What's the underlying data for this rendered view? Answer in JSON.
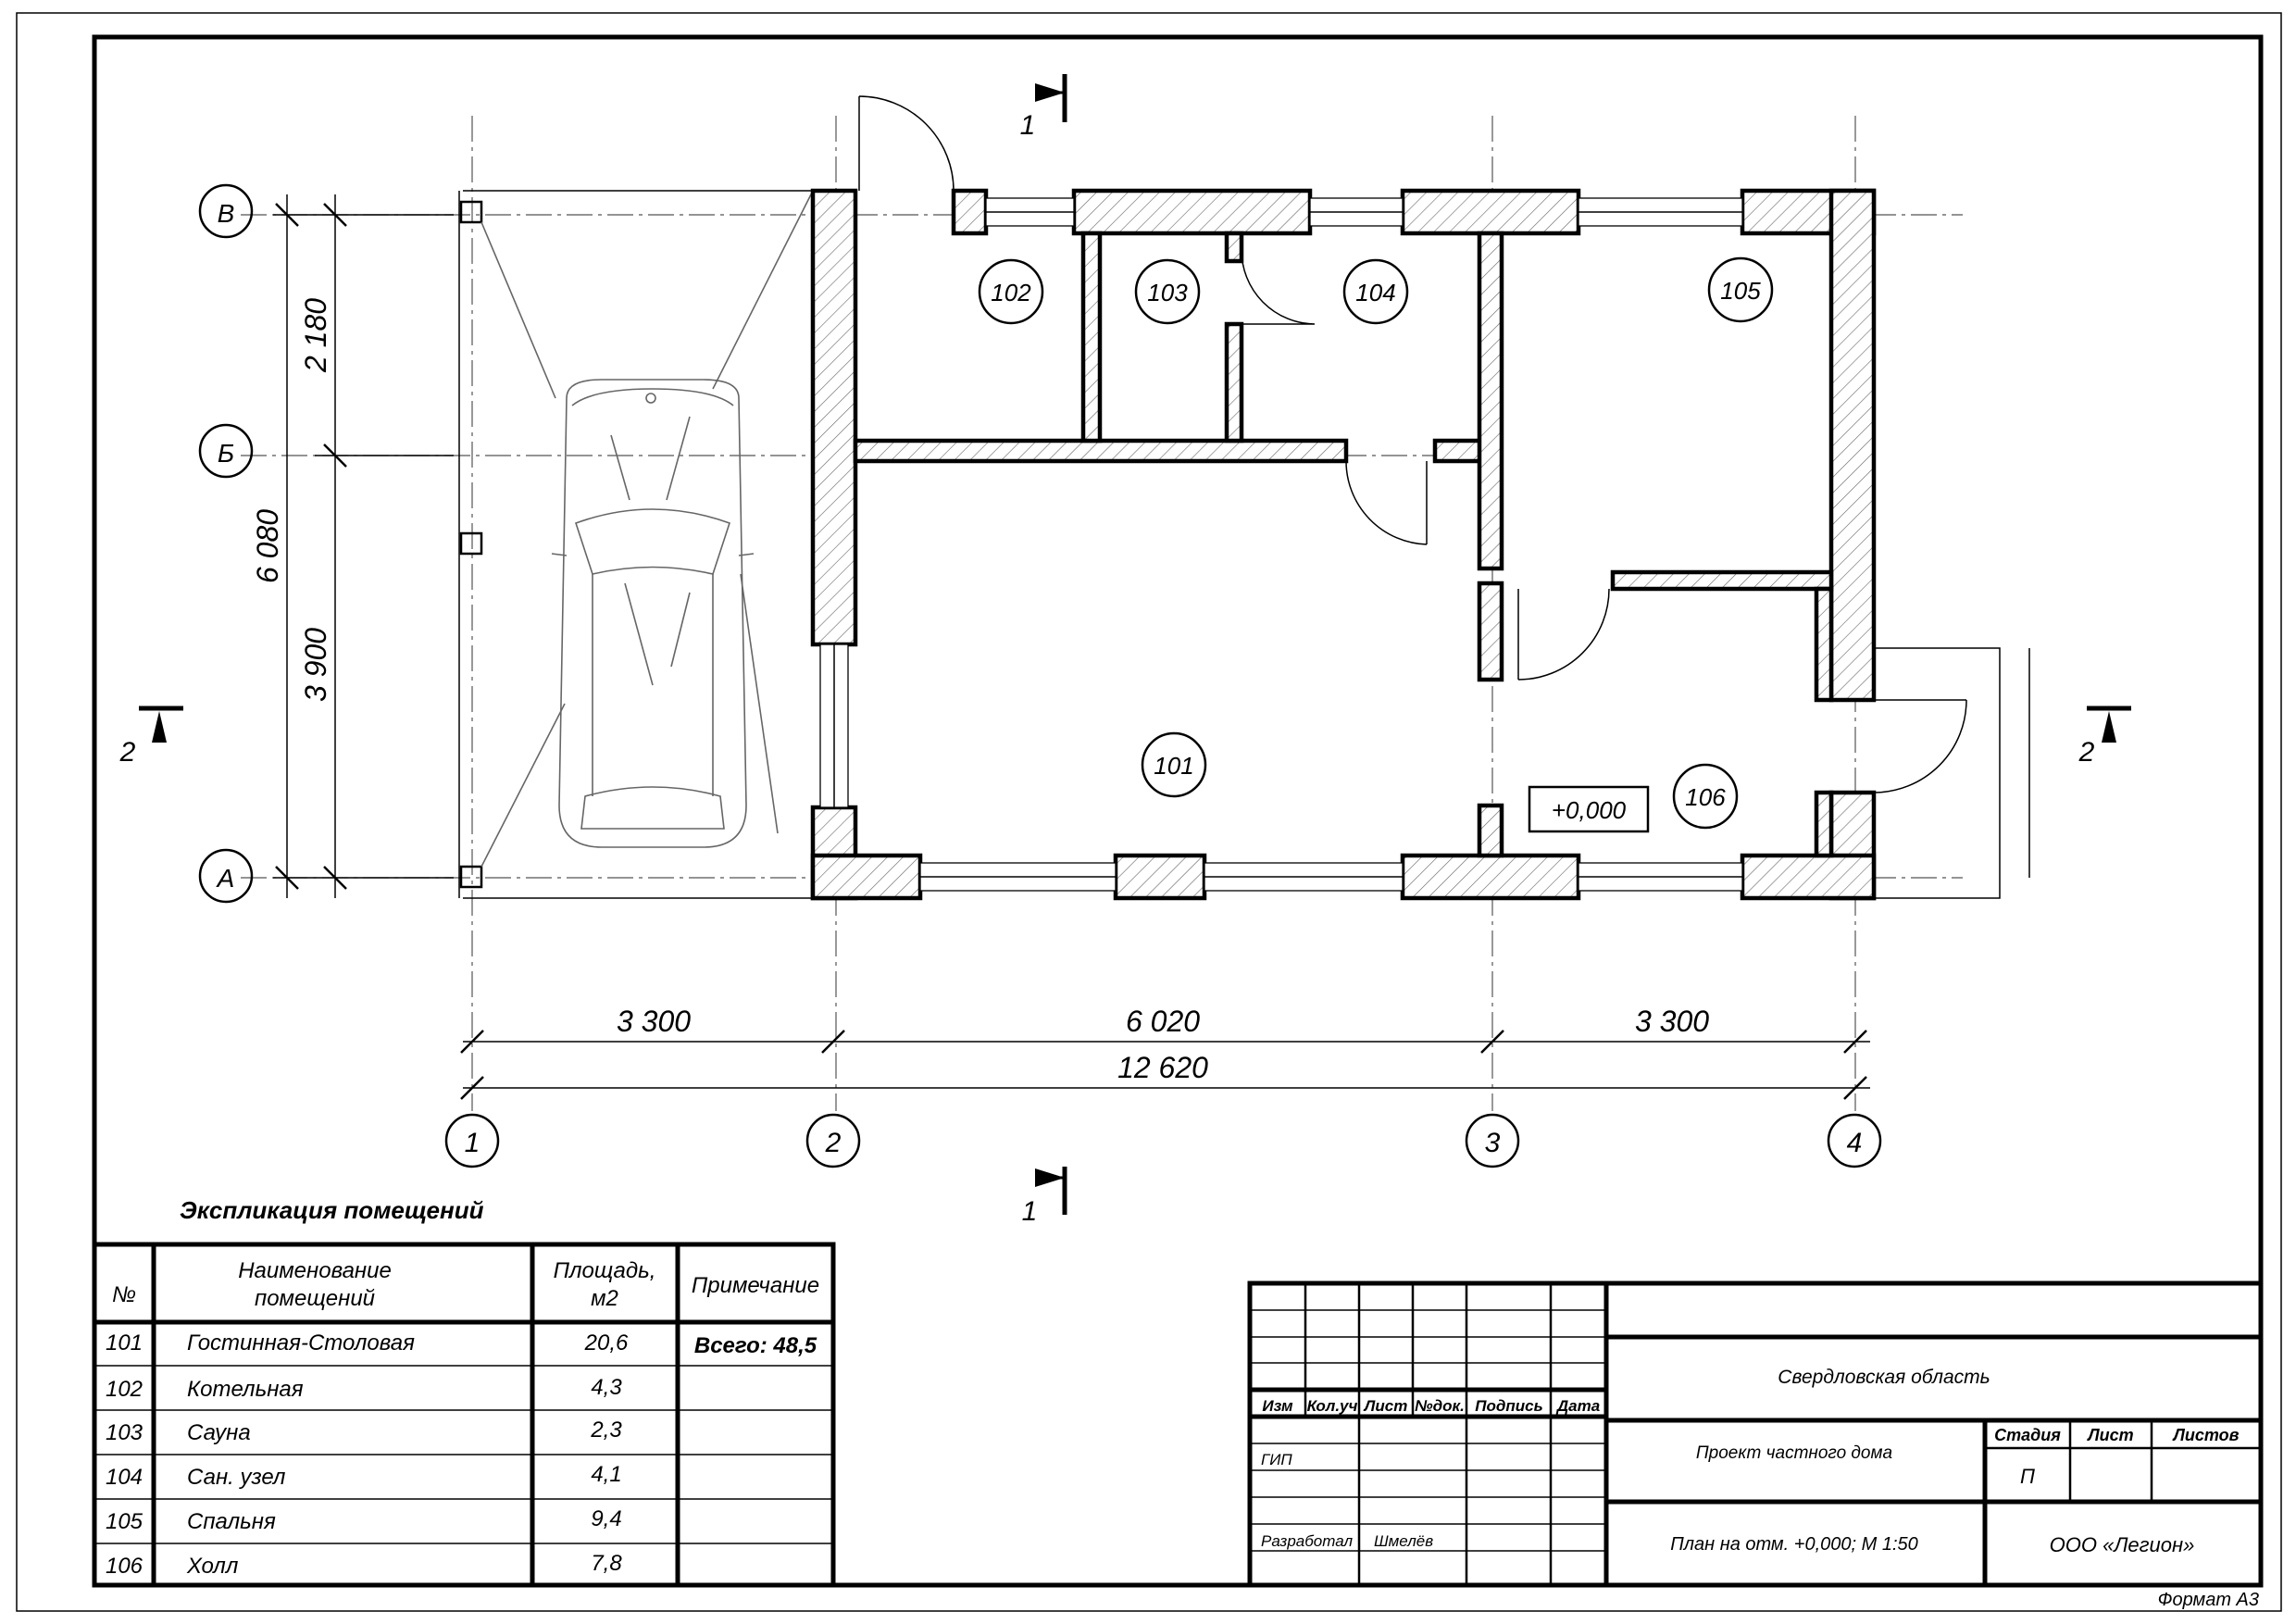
{
  "plan": {
    "axes_letters": [
      "В",
      "Б",
      "А"
    ],
    "axes_numbers": [
      "1",
      "2",
      "3",
      "4"
    ],
    "section_marks": [
      {
        "num": "1",
        "pos": "top"
      },
      {
        "num": "1",
        "pos": "bottom"
      },
      {
        "num": "2",
        "pos": "left"
      },
      {
        "num": "2",
        "pos": "right"
      }
    ],
    "dims_vertical": {
      "top": "2 180",
      "bottom": "3 900",
      "total": "6 080"
    },
    "dims_horizontal": {
      "d1": "3 300",
      "d2": "6 020",
      "d3": "3 300",
      "total": "12 620"
    },
    "rooms": [
      "101",
      "102",
      "103",
      "104",
      "105",
      "106"
    ],
    "level_mark": "+0,000"
  },
  "explication": {
    "title": "Экспликация помещений",
    "headers": {
      "num": "№",
      "name": "Наименование помещений",
      "area": "Площадь, м2",
      "note": "Примечание"
    },
    "rows": [
      {
        "num": "101",
        "name": "Гостинная-Столовая",
        "area": "20,6"
      },
      {
        "num": "102",
        "name": "Котельная",
        "area": "4,3"
      },
      {
        "num": "103",
        "name": "Сауна",
        "area": "2,3"
      },
      {
        "num": "104",
        "name": "Сан. узел",
        "area": "4,1"
      },
      {
        "num": "105",
        "name": "Спальня",
        "area": "9,4"
      },
      {
        "num": "106",
        "name": "Холл",
        "area": "7,8"
      }
    ],
    "total_note": "Всего: 48,5"
  },
  "stamp": {
    "col_headers": [
      "Изм",
      "Кол.уч",
      "Лист",
      "№док.",
      "Подпись",
      "Дата"
    ],
    "gip": "ГИП",
    "developed_label": "Разработал",
    "developer": "Шмелёв",
    "region": "Свердловская область",
    "project": "Проект частного дома",
    "sheet_title": "План на отм. +0,000; М 1:50",
    "stage_label": "Стадия",
    "sheet_label": "Лист",
    "sheets_label": "Листов",
    "stage_value": "П",
    "company": "ООО «Легион»"
  },
  "format_label": "Формат А3"
}
